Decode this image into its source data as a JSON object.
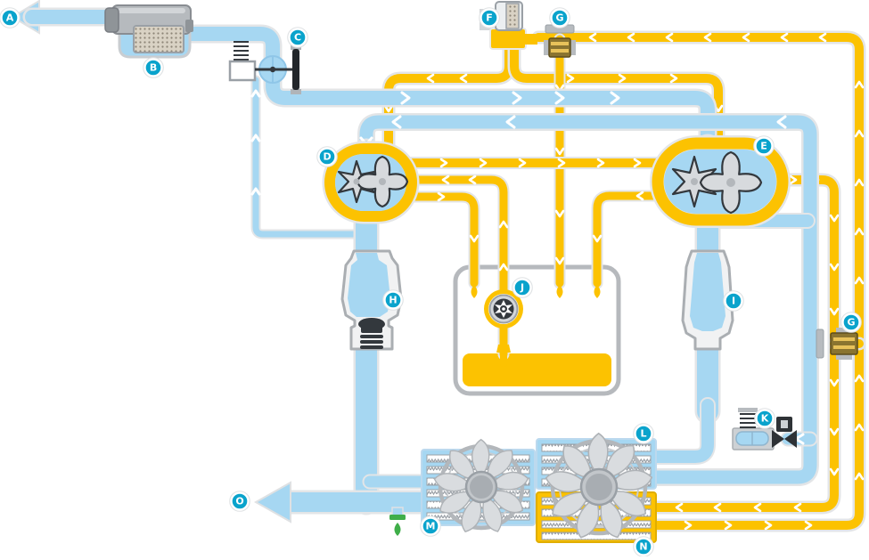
{
  "labels": {
    "A": "A",
    "B": "B",
    "C": "C",
    "D": "D",
    "E": "E",
    "F": "F",
    "G": "G",
    "H": "H",
    "I": "I",
    "J": "J",
    "K": "K",
    "L": "L",
    "M": "M",
    "N": "N",
    "O": "O"
  },
  "colors": {
    "air_pipe": "#a6d7f2",
    "oil_pipe": "#fcc201",
    "badge": "#0aa3cc",
    "component_gray": "#c9cdd1",
    "outline_gray": "#b6b9bd",
    "dark_metal": "#33383d",
    "drain_green": "#3fae49",
    "background": "#ffffff"
  }
}
